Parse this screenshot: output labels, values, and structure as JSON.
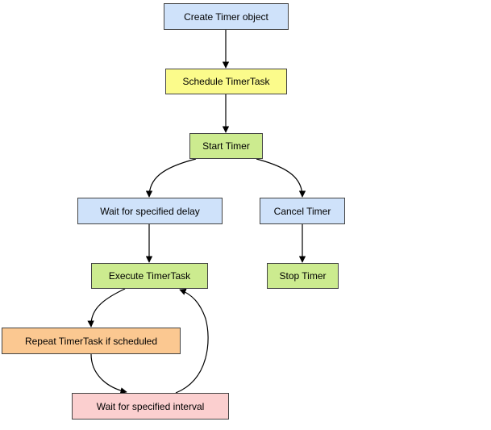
{
  "nodes": {
    "create_timer": "Create Timer object",
    "schedule_task": "Schedule TimerTask",
    "start_timer": "Start Timer",
    "wait_delay": "Wait for specified delay",
    "cancel_timer": "Cancel Timer",
    "execute_task": "Execute TimerTask",
    "stop_timer": "Stop Timer",
    "repeat_task": "Repeat TimerTask if scheduled",
    "wait_interval": "Wait for specified interval"
  },
  "edges": [
    {
      "from": "create_timer",
      "to": "schedule_task"
    },
    {
      "from": "schedule_task",
      "to": "start_timer"
    },
    {
      "from": "start_timer",
      "to": "wait_delay"
    },
    {
      "from": "start_timer",
      "to": "cancel_timer"
    },
    {
      "from": "wait_delay",
      "to": "execute_task"
    },
    {
      "from": "cancel_timer",
      "to": "stop_timer"
    },
    {
      "from": "execute_task",
      "to": "repeat_task"
    },
    {
      "from": "repeat_task",
      "to": "wait_interval"
    },
    {
      "from": "wait_interval",
      "to": "execute_task"
    }
  ],
  "colors": {
    "blue": "#cfe2fa",
    "yellow": "#fbfb8b",
    "green": "#cceb8f",
    "orange": "#fbc891",
    "pink": "#fbcfcf",
    "border": "#444444",
    "edge": "#000000"
  }
}
